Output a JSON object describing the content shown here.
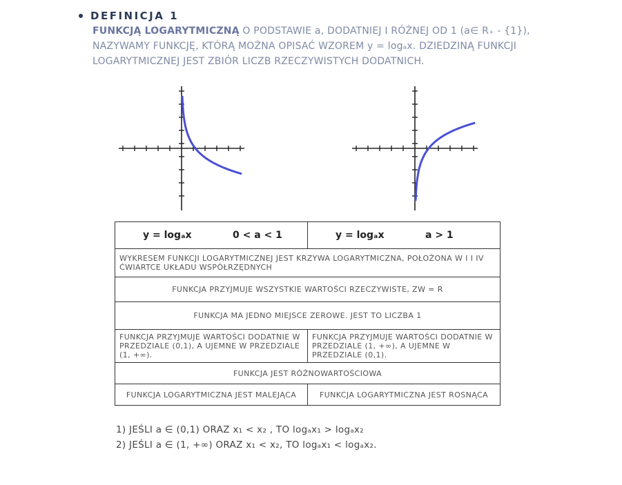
{
  "definition": {
    "title": "DEFINICJA 1",
    "line1_bold": "FUNKCJĄ LOGARYTMICZNĄ",
    "line1_rest": " O PODSTAWIE a, DODATNIEJ I RÓŻNEJ OD 1 (a∈ R₊ - {1}),",
    "line2": "NAZYWAMY FUNKCJĘ, KTÓRĄ MOŻNA OPISAĆ WZOREM y = logₐx. DZIEDZINĄ FUNKCJI",
    "line3": "LOGARYTMICZNEJ JEST ZBIÓR LICZB RZECZYWISTYCH DODATNICH."
  },
  "colors": {
    "curve": "#4a4fd6",
    "title": "#2b3a55",
    "text": "#7f8aa5"
  },
  "table": {
    "header_left_formula": "y = logₐx",
    "header_left_cond": "0 < a < 1",
    "header_right_formula": "y = logₐx",
    "header_right_cond": "a > 1",
    "row1": "WYKRESEM FUNKCJI LOGARYTMICZNEJ JEST KRZYWA LOGARYTMICZNA, POŁOŻONA W I I IV ĆWIARTCE UKŁADU WSPÓŁRZĘDNYCH",
    "row2": "FUNKCJA PRZYJMUJE WSZYSTKIE WARTOŚCI RZECZYWISTE, ZW = R",
    "row3": "FUNKCJA MA JEDNO MIEJSCE ZEROWE. JEST TO LICZBA 1",
    "row4_left": "FUNKCJA PRZYJMUJE WARTOŚCI DODATNIE W PRZEDZIALE (0,1), A UJEMNE W PRZEDZIALE (1, +∞).",
    "row4_right": "FUNKCJA PRZYJMUJE WARTOŚCI DODATNIE W PRZEDZIALE (1, +∞), A UJEMNE W PRZEDZIALE (0,1).",
    "row5": "FUNKCJA JEST RÓŻNOWARTOŚCIOWA",
    "row6_left": "FUNKCJA LOGARYTMICZNA JEST MALEJĄCA",
    "row6_right": "FUNKCJA LOGARYTMICZNA JEST ROSNĄCA"
  },
  "notes": {
    "n1": "1)  JEŚLI a ∈ (0,1)  ORAZ x₁ < x₂ ,  TO logₐx₁ > logₐx₂",
    "n2": "2)  JEŚLI a ∈ (1, +∞) ORAZ x₁ < x₂, TO logₐx₁ < logₐx₂."
  }
}
